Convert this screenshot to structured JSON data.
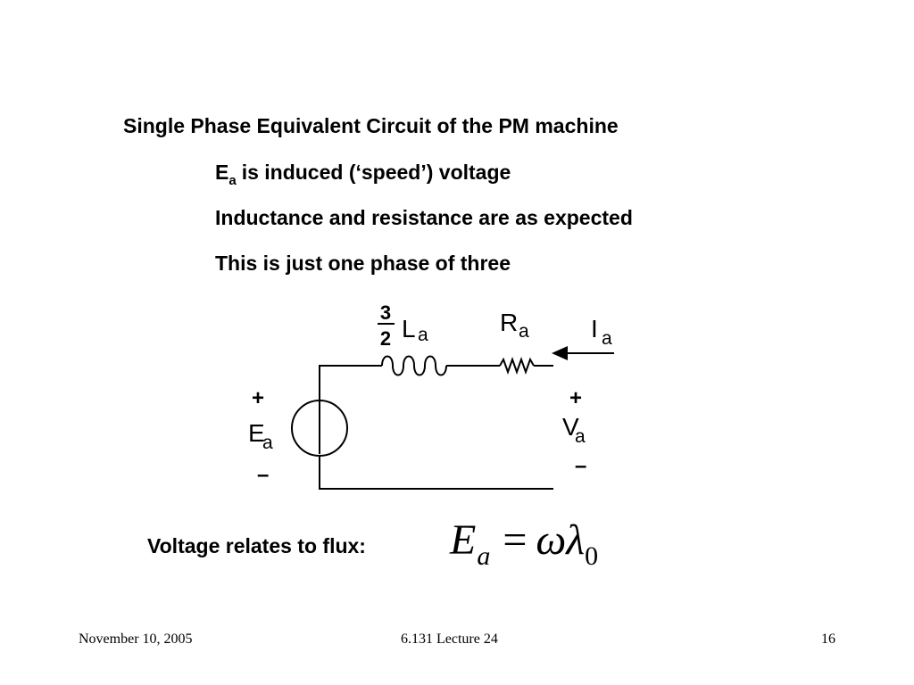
{
  "slide": {
    "heading": "Single Phase Equivalent Circuit of the PM machine",
    "bullets": {
      "b1_var": "E",
      "b1_sub": "a",
      "b1_text": "is induced (‘speed’) voltage",
      "b2_text": "Inductance and resistance are as expected",
      "b3_text": "This is just one phase of three"
    }
  },
  "circuit": {
    "inductor_coef_num": "3",
    "inductor_coef_den": "2",
    "inductor_var": "L",
    "inductor_sub": "a",
    "resistor_var": "R",
    "resistor_sub": "a",
    "current_var": "I",
    "current_sub": "a",
    "source_plus": "+",
    "source_var": "E",
    "source_sub": "a",
    "source_minus": "–",
    "terminal_plus": "+",
    "terminal_var": "V",
    "terminal_sub": "a",
    "terminal_minus": "–"
  },
  "flux": {
    "label": "Voltage relates to flux:",
    "lhs": "E",
    "lhs_sub": "a",
    "eq": "=",
    "omega": "ω",
    "lambda": "λ",
    "lambda_sub": "0"
  },
  "footer": {
    "date": "November 10, 2005",
    "lecture": "6.131 Lecture 24",
    "page": "16"
  }
}
